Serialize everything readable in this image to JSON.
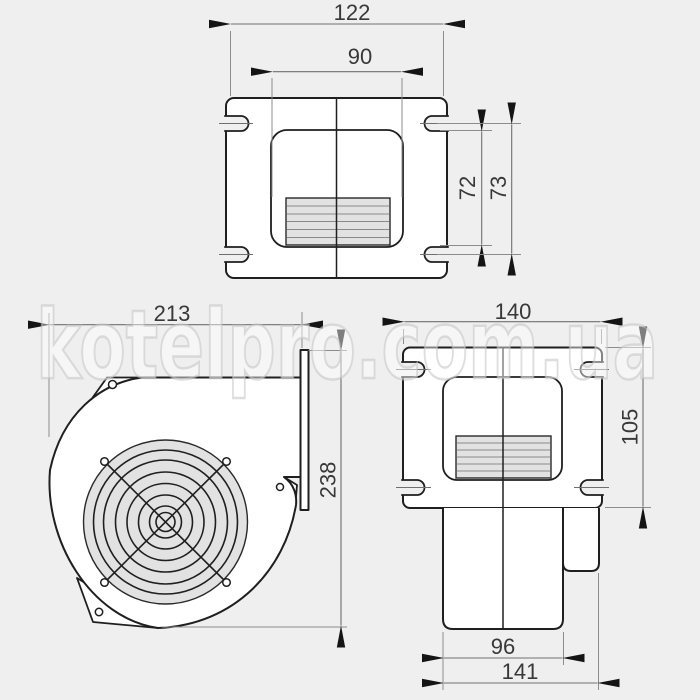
{
  "watermark": {
    "text": "kotelpro.com.ua"
  },
  "colors": {
    "background": "#efefef",
    "line": "#1f1f1f",
    "dimension_line": "#707070",
    "extension_line": "#8c8c8c",
    "dimension_text": "#383838",
    "shade_fill": "#e2e2e2",
    "body_fill": "#ffffff",
    "watermark_stroke": "#c3c3c3"
  },
  "views": {
    "top_view": {
      "label": "top view of fan flange",
      "dim_width": "122",
      "dim_inner_width": "90",
      "dim_opening_height": "72",
      "dim_slot_spacing": "73"
    },
    "side_view": {
      "label": "side view of centrifugal fan",
      "dim_width": "213",
      "dim_height": "238"
    },
    "front_view": {
      "label": "front view of fan with motor",
      "dim_flange_width": "140",
      "dim_flange_height": "105",
      "dim_motor_width": "96",
      "dim_total_width": "141"
    }
  }
}
